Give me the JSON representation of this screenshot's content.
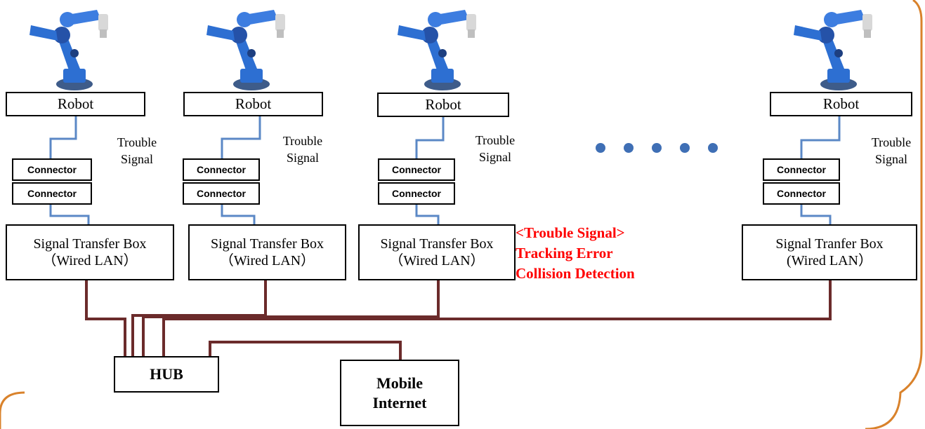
{
  "colors": {
    "frame": "#d9822b",
    "robot_link": "#5b88c6",
    "lan_cable": "#6b2b2b",
    "annotation": "#ff0000",
    "ellipsis_dot": "#3f6fb5",
    "robot_arm": "#2d6fd2"
  },
  "units": [
    {
      "robot_label": "Robot",
      "connector_top": "Connector",
      "connector_bottom": "Connector",
      "signal_label": [
        "Trouble",
        "Signal"
      ],
      "box_label": "Signal Transfer Box",
      "box_sublabel": "（Wired LAN）"
    },
    {
      "robot_label": "Robot",
      "connector_top": "Connector",
      "connector_bottom": "Connector",
      "signal_label": [
        "Trouble",
        "Signal"
      ],
      "box_label": "Signal Transfer Box",
      "box_sublabel": "（Wired LAN）"
    },
    {
      "robot_label": "Robot",
      "connector_top": "Connector",
      "connector_bottom": "Connector",
      "signal_label": [
        "Trouble",
        "Signal"
      ],
      "box_label": "Signal Transfer Box",
      "box_sublabel": "（Wired LAN）"
    },
    {
      "robot_label": "Robot",
      "connector_top": "Connector",
      "connector_bottom": "Connector",
      "signal_label": [
        "Trouble",
        "Signal"
      ],
      "box_label": "Signal Tranfer Box",
      "box_sublabel": "(Wired LAN）"
    }
  ],
  "annotation": {
    "heading": "<Trouble Signal>",
    "lines": [
      "Tracking Error",
      "Collision Detection"
    ]
  },
  "hub": {
    "label": "HUB"
  },
  "mobile_internet": {
    "lines": [
      "Mobile",
      "Internet"
    ]
  },
  "ellipsis": {
    "dot_count": 5
  }
}
